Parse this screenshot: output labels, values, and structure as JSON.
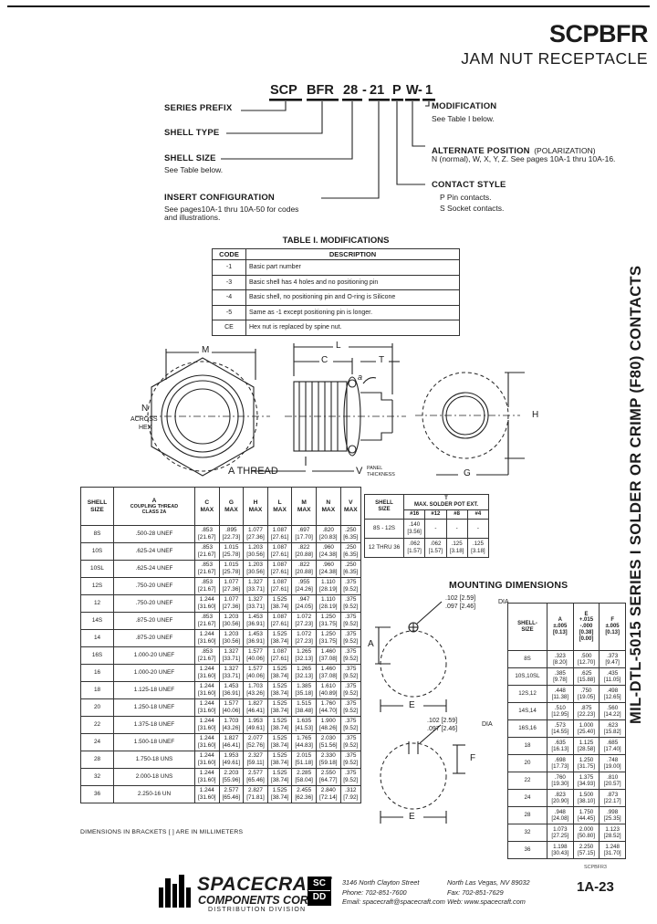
{
  "header": {
    "title": "SCPBFR",
    "subtitle": "JAM NUT RECEPTACLE"
  },
  "part_number": {
    "tokens": [
      "SCP",
      "BFR",
      "28",
      "-",
      "21",
      "P",
      "W",
      "-",
      "1"
    ]
  },
  "callouts": {
    "series_prefix": {
      "label": "SERIES PREFIX"
    },
    "shell_type": {
      "label": "SHELL TYPE"
    },
    "shell_size": {
      "label": "SHELL SIZE",
      "note": "See Table below."
    },
    "insert_config": {
      "label": "INSERT CONFIGURATION",
      "note1": "See pages10A-1 thru 10A-50 for codes",
      "note2": "and illustrations."
    },
    "modification": {
      "label": "MODIFICATION",
      "note": "See Table I below."
    },
    "alternate_position": {
      "label": "ALTERNATE POSITION",
      "suffix": "(POLARIZATION)",
      "note": "N (normal), W, X, Y, Z. See pages 10A-1 thru 10A-16."
    },
    "contact_style": {
      "label": "CONTACT STYLE",
      "p_line": "P   Pin contacts.",
      "s_line": "S   Socket contacts."
    }
  },
  "table1": {
    "title": "TABLE I.  MODIFICATIONS",
    "headers": [
      "CODE",
      "DESCRIPTION"
    ],
    "rows": [
      [
        "-1",
        "Basic part number"
      ],
      [
        "-3",
        "Basic shell has 4 holes and no positioning pin"
      ],
      [
        "-4",
        "Basic shell, no positioning pin and O-ring is Silicone"
      ],
      [
        "-5",
        "Same as -1 except positioning pin is longer."
      ],
      [
        "CE",
        "Hex nut is replaced by spine nut."
      ]
    ]
  },
  "drawing_labels": {
    "m": "M",
    "n": "N",
    "across": "ACROSS",
    "hex": "HEX",
    "l": "L",
    "c": "C",
    "t": "T",
    "alpha": "a",
    "a_thread": "A THREAD",
    "v": "V",
    "panel": "PANEL",
    "thickness": "THICKNESS",
    "h": "H",
    "g": "G"
  },
  "dim_table": {
    "shell1": "SHELL",
    "shell2": "SIZE",
    "a_top": "A",
    "a_sub1": "COUPLING THREAD",
    "a_sub2": "CLASS 2A",
    "metric_cols": [
      "C",
      "G",
      "H",
      "L",
      "M",
      "N",
      "V"
    ],
    "max_label": "MAX",
    "rows": [
      {
        "size": "8S",
        "thread": ".500-28 UNEF",
        "vals": [
          ".853",
          "[21.67]",
          ".895",
          "[22.73]",
          "1.077",
          "[27.36]",
          "1.087",
          "[27.61]",
          ".697",
          "[17.70]",
          ".820",
          "[20.83]",
          ".250",
          "[6.35]"
        ]
      },
      {
        "size": "10S",
        "thread": ".625-24 UNEF",
        "vals": [
          ".853",
          "[21.67]",
          "1.015",
          "[25.78]",
          "1.203",
          "[30.56]",
          "1.087",
          "[27.61]",
          ".822",
          "[20.88]",
          ".960",
          "[24.38]",
          ".250",
          "[6.35]"
        ]
      },
      {
        "size": "10SL",
        "thread": ".625-24 UNEF",
        "vals": [
          ".853",
          "[21.67]",
          "1.015",
          "[25.78]",
          "1.203",
          "[30.56]",
          "1.087",
          "[27.61]",
          ".822",
          "[20.88]",
          ".960",
          "[24.38]",
          ".250",
          "[6.35]"
        ]
      },
      {
        "size": "12S",
        "thread": ".750-20 UNEF",
        "vals": [
          ".853",
          "[21.67]",
          "1.077",
          "[27.36]",
          "1.327",
          "[33.71]",
          "1.087",
          "[27.61]",
          ".955",
          "[24.26]",
          "1.110",
          "[28.19]",
          ".375",
          "[9.52]"
        ]
      },
      {
        "size": "12",
        "thread": ".750-20 UNEF",
        "vals": [
          "1.244",
          "[31.60]",
          "1.077",
          "[27.36]",
          "1.327",
          "[33.71]",
          "1.525",
          "[38.74]",
          ".947",
          "[24.05]",
          "1.110",
          "[28.19]",
          ".375",
          "[9.52]"
        ]
      },
      {
        "size": "14S",
        "thread": ".875-20 UNEF",
        "vals": [
          ".853",
          "[21.67]",
          "1.203",
          "[30.56]",
          "1.453",
          "[36.91]",
          "1.087",
          "[27.61]",
          "1.072",
          "[27.23]",
          "1.250",
          "[31.75]",
          ".375",
          "[9.52]"
        ]
      },
      {
        "size": "14",
        "thread": ".875-20 UNEF",
        "vals": [
          "1.244",
          "[31.60]",
          "1.203",
          "[30.56]",
          "1.453",
          "[36.91]",
          "1.525",
          "[38.74]",
          "1.072",
          "[27.23]",
          "1.250",
          "[31.75]",
          ".375",
          "[9.52]"
        ]
      },
      {
        "size": "16S",
        "thread": "1.000-20 UNEF",
        "vals": [
          ".853",
          "[21.67]",
          "1.327",
          "[33.71]",
          "1.577",
          "[40.06]",
          "1.087",
          "[27.61]",
          "1.265",
          "[32.13]",
          "1.460",
          "[37.08]",
          ".375",
          "[9.52]"
        ]
      },
      {
        "size": "16",
        "thread": "1.000-20 UNEF",
        "vals": [
          "1.244",
          "[31.60]",
          "1.327",
          "[33.71]",
          "1.577",
          "[40.06]",
          "1.525",
          "[38.74]",
          "1.265",
          "[32.13]",
          "1.460",
          "[37.08]",
          ".375",
          "[9.52]"
        ]
      },
      {
        "size": "18",
        "thread": "1.125-18 UNEF",
        "vals": [
          "1.244",
          "[31.60]",
          "1.453",
          "[36.91]",
          "1.703",
          "[43.26]",
          "1.525",
          "[38.74]",
          "1.385",
          "[35.18]",
          "1.610",
          "[40.89]",
          ".375",
          "[9.52]"
        ]
      },
      {
        "size": "20",
        "thread": "1.250-18 UNEF",
        "vals": [
          "1.244",
          "[31.60]",
          "1.577",
          "[40.06]",
          "1.827",
          "[46.41]",
          "1.525",
          "[38.74]",
          "1.515",
          "[38.48]",
          "1.760",
          "[44.70]",
          ".375",
          "[9.52]"
        ]
      },
      {
        "size": "22",
        "thread": "1.375-18 UNEF",
        "vals": [
          "1.244",
          "[31.60]",
          "1.703",
          "[43.26]",
          "1.953",
          "[49.61]",
          "1.525",
          "[38.74]",
          "1.635",
          "[41.53]",
          "1.900",
          "[48.26]",
          ".375",
          "[9.52]"
        ]
      },
      {
        "size": "24",
        "thread": "1.500-18 UNEF",
        "vals": [
          "1.244",
          "[31.60]",
          "1.827",
          "[46.41]",
          "2.077",
          "[52.76]",
          "1.525",
          "[38.74]",
          "1.765",
          "[44.83]",
          "2.030",
          "[51.56]",
          ".375",
          "[9.52]"
        ]
      },
      {
        "size": "28",
        "thread": "1.750-18 UNS",
        "vals": [
          "1.244",
          "[31.60]",
          "1.953",
          "[49.61]",
          "2.327",
          "[59.11]",
          "1.525",
          "[38.74]",
          "2.015",
          "[51.18]",
          "2.330",
          "[59.18]",
          ".375",
          "[9.52]"
        ]
      },
      {
        "size": "32",
        "thread": "2.000-18 UNS",
        "vals": [
          "1.244",
          "[31.60]",
          "2.203",
          "[55.96]",
          "2.577",
          "[65.46]",
          "1.525",
          "[38.74]",
          "2.285",
          "[58.04]",
          "2.550",
          "[64.77]",
          ".375",
          "[9.52]"
        ]
      },
      {
        "size": "36",
        "thread": "2.250-16 UN",
        "vals": [
          "1.244",
          "[31.60]",
          "2.577",
          "[65.46]",
          "2.827",
          "[71.81]",
          "1.525",
          "[38.74]",
          "2.455",
          "[62.36]",
          "2.840",
          "[72.14]",
          ".312",
          "[7.92]"
        ]
      }
    ],
    "footnote": "DIMENSIONS IN BRACKETS [ ] ARE IN MILLIMETERS"
  },
  "solder_table": {
    "shell1": "SHELL",
    "shell2": "SIZE",
    "t_top": "T",
    "t_sub": "MAX. SOLDER POT EXT.",
    "cols": [
      "#16",
      "#12",
      "#8",
      "#4"
    ],
    "rows": [
      {
        "size": "8S - 12S",
        "vals": [
          ".140",
          "[3.56]",
          "-",
          "",
          "-",
          "",
          "-",
          ""
        ]
      },
      {
        "size": "12 THRU 36",
        "vals": [
          ".062",
          "[1.57]",
          ".062",
          "[1.57]",
          ".125",
          "[3.18]",
          ".125",
          "[3.18]"
        ]
      }
    ]
  },
  "mounting": {
    "title": "MOUNTING DIMENSIONS",
    "dia_in1": ".102  [2.59]",
    "dia_in2": ".097  [2.46]",
    "dia": "DIA",
    "a": "A",
    "e": "E",
    "f": "F",
    "table": {
      "shell1": "SHELL-",
      "shell2": "SIZE",
      "a_head": "A",
      "a_sub1": "±.005",
      "a_sub2": "[0.13]",
      "e_head": "E",
      "e_sub1": "+.015",
      "e_sub2": "-.000",
      "e_sub3": "[0.38]",
      "e_sub4": "[0.00]",
      "f_head": "F",
      "f_sub1": "±.005",
      "f_sub2": "[0.13]",
      "rows": [
        {
          "size": "8S",
          "vals": [
            ".323",
            "[8.20]",
            ".500",
            "[12.70]",
            ".373",
            "[9.47]"
          ]
        },
        {
          "size": "10S,10SL",
          "vals": [
            ".385",
            "[9.78]",
            ".625",
            "[15.88]",
            ".435",
            "[11.05]"
          ]
        },
        {
          "size": "12S,12",
          "vals": [
            ".448",
            "[11.38]",
            ".750",
            "[19.05]",
            ".498",
            "[12.65]"
          ]
        },
        {
          "size": "14S,14",
          "vals": [
            ".510",
            "[12.95]",
            ".875",
            "[22.23]",
            ".560",
            "[14.22]"
          ]
        },
        {
          "size": "16S,16",
          "vals": [
            ".573",
            "[14.55]",
            "1.000",
            "[25.40]",
            ".623",
            "[15.82]"
          ]
        },
        {
          "size": "18",
          "vals": [
            ".635",
            "[16.13]",
            "1.125",
            "[28.58]",
            ".685",
            "[17.40]"
          ]
        },
        {
          "size": "20",
          "vals": [
            ".698",
            "[17.73]",
            "1.250",
            "[31.75]",
            ".748",
            "[19.00]"
          ]
        },
        {
          "size": "22",
          "vals": [
            ".760",
            "[19.30]",
            "1.375",
            "[34.93]",
            ".810",
            "[20.57]"
          ]
        },
        {
          "size": "24",
          "vals": [
            ".823",
            "[20.90]",
            "1.500",
            "[38.10]",
            ".873",
            "[22.17]"
          ]
        },
        {
          "size": "28",
          "vals": [
            ".948",
            "[24.08]",
            "1.750",
            "[44.45]",
            ".998",
            "[25.35]"
          ]
        },
        {
          "size": "32",
          "vals": [
            "1.073",
            "[27.25]",
            "2.000",
            "[50.80]",
            "1.123",
            "[28.52]"
          ]
        },
        {
          "size": "36",
          "vals": [
            "1.198",
            "[30.43]",
            "2.250",
            "[57.15]",
            "1.248",
            "[31.70]"
          ]
        }
      ]
    }
  },
  "side_text": "MIL-DTL-5015 SERIES I SOLDER OR CRIMP (F80) CONTACTS",
  "doc_code": "SCPBFR3",
  "footer": {
    "company": "SPACECRAFT",
    "company2": "COMPONENTS CORP.",
    "division": "DISTRIBUTION DIVISION",
    "logo_box1": "SC",
    "logo_box2": "DD",
    "addr1": "3146 North Clayton Street",
    "addr2": "Phone:  702-851-7600",
    "addr3": "Email: spacecraft@spacecraft.com",
    "addr4": "North Las Vegas, NV 89032",
    "addr5": "Fax:  702-851-7629",
    "addr6": "Web:  www.spacecraft.com",
    "page_number": "1A-23"
  }
}
